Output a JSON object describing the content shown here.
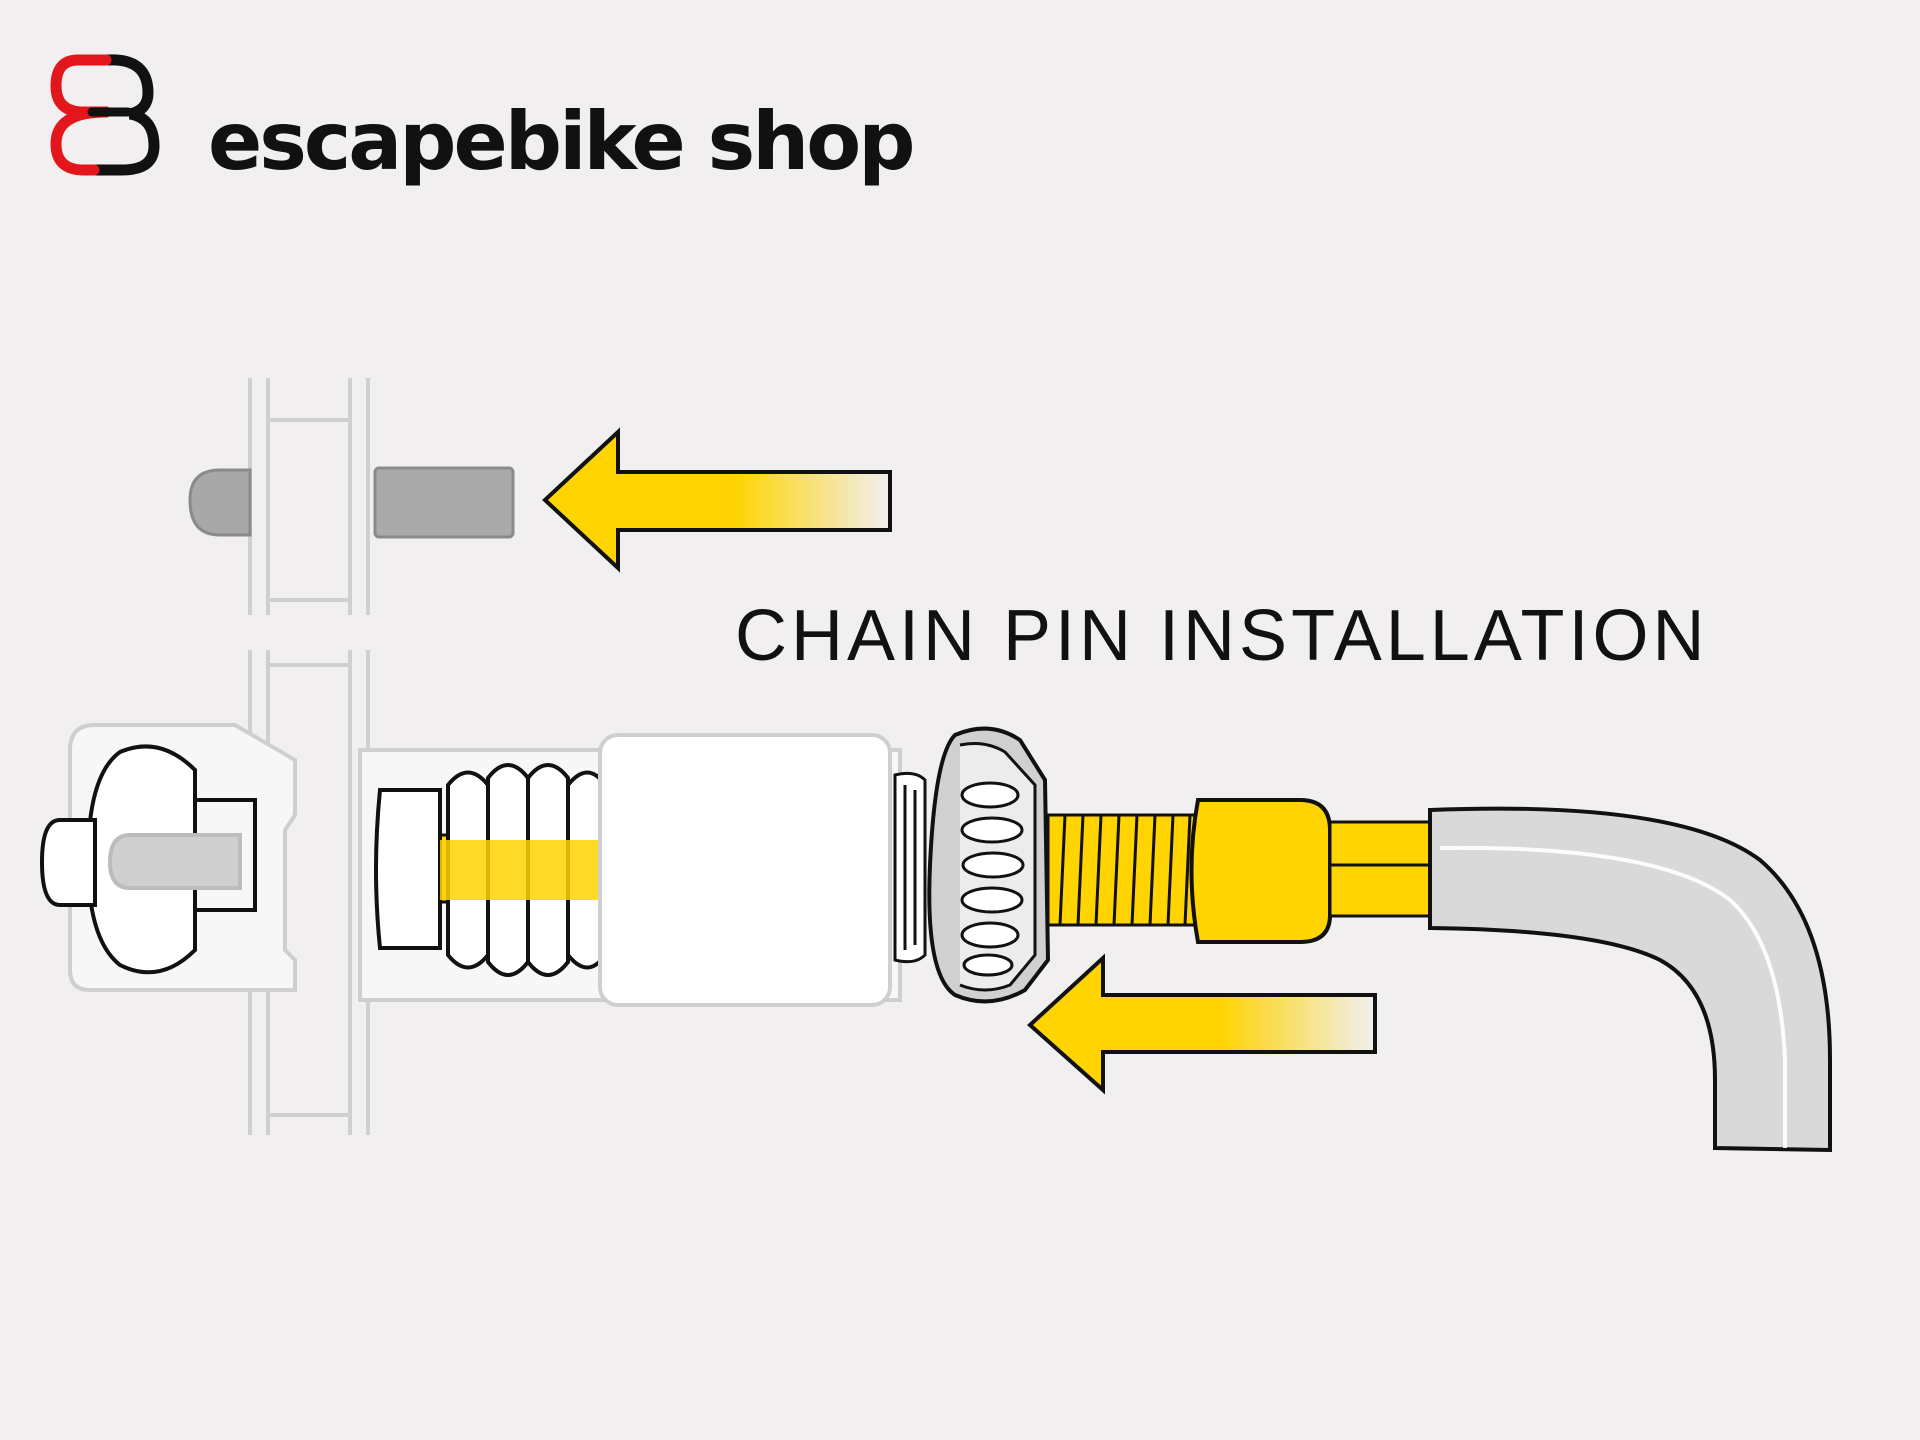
{
  "brand": {
    "name": "escapebike shop",
    "colors": {
      "accent": "#e3161c",
      "ink": "#111111"
    }
  },
  "diagram": {
    "title": "CHAIN PIN INSTALLATION",
    "colors": {
      "highlight": "#ffd400",
      "background": "#f1eff0",
      "metal": "#d9d9d9"
    },
    "icons": [
      "brand-logo-mark",
      "arrow-left-icon",
      "arrow-left-icon"
    ]
  }
}
